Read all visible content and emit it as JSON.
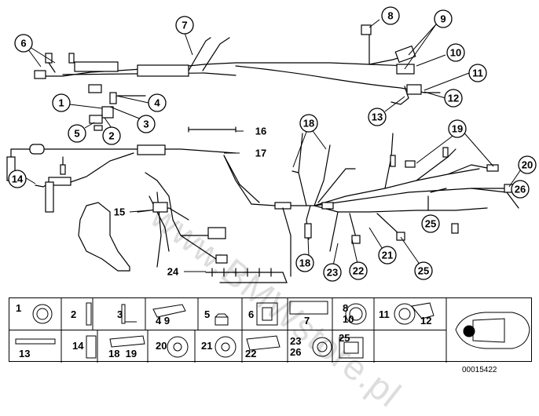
{
  "watermark": "www.BMWstore.pl",
  "reference_number": "00015422",
  "callouts": [
    "1",
    "2",
    "3",
    "4",
    "5",
    "6",
    "7",
    "8",
    "9",
    "10",
    "11",
    "12",
    "13",
    "14",
    "15",
    "16",
    "17",
    "18",
    "18",
    "19",
    "20",
    "21",
    "22",
    "23",
    "24",
    "25",
    "25",
    "26"
  ],
  "legend": {
    "row1": [
      "1",
      "2",
      "3",
      "4 9",
      "5",
      "6",
      "7",
      "8\n10",
      "11",
      "12"
    ],
    "row2": [
      "13",
      "14",
      "18  19",
      "20",
      "21",
      "22",
      "23\n26",
      "25"
    ]
  }
}
